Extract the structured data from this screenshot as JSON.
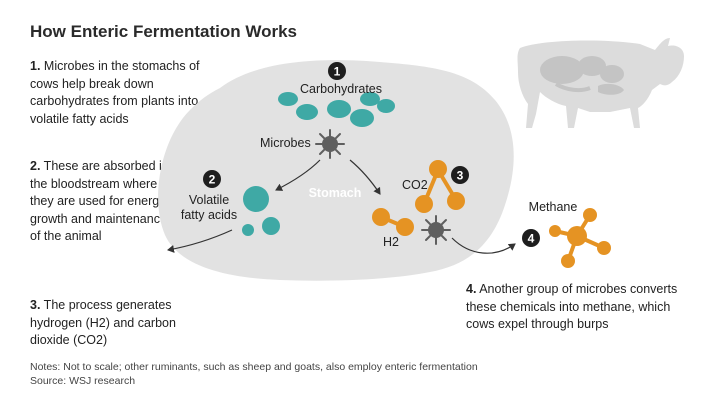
{
  "title": "How Enteric Fermentation Works",
  "steps": {
    "s1": {
      "num": "1.",
      "text": " Microbes in the stomachs of cows help break down carbohydrates from plants into volatile fatty acids"
    },
    "s2": {
      "num": "2.",
      "text": " These are absorbed into the bloodstream where they are used for energy, growth and maintenance of the animal"
    },
    "s3": {
      "num": "3.",
      "text": " The process generates hydrogen (H2) and carbon dioxide (CO2)"
    },
    "s4": {
      "num": "4.",
      "text": " Another group of microbes converts these chemicals into methane, which cows expel through burps"
    }
  },
  "diagram": {
    "stomach_label": "Stomach",
    "carbohydrates_label": "Carbohydrates",
    "microbes_label": "Microbes",
    "vfa_label_line1": "Volatile",
    "vfa_label_line2": "fatty acids",
    "co2_label": "CO2",
    "h2_label": "H2",
    "methane_label": "Methane",
    "badges": [
      "1",
      "2",
      "3",
      "4"
    ]
  },
  "notes": "Notes: Not to scale; other ruminants, such as sheep and goats, also employ enteric fermentation",
  "source": "Source: WSJ research",
  "colors": {
    "teal": "#3fa9a5",
    "orange": "#e59323",
    "microbe": "#5f5f5f",
    "stomach": "#e2e2e2",
    "cow": "#dcdcdc",
    "cow_organs": "#c4c4c4"
  }
}
